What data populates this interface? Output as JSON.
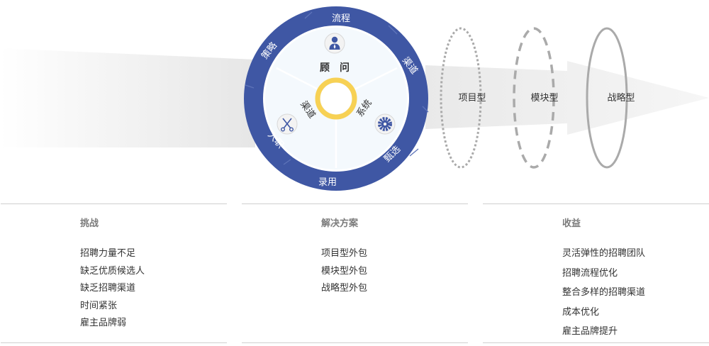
{
  "wheel": {
    "center_title": "顾　问",
    "center_left": "渠道",
    "center_right": "系统",
    "ring_labels": [
      "流程",
      "渠道",
      "甄选",
      "录用",
      "入职",
      "策略"
    ],
    "icons": [
      "person-icon",
      "gear-icon",
      "scissors-icon"
    ],
    "colors": {
      "ring": "#3f57a4",
      "inner": "#f4f9fd",
      "hub": "#f7d154",
      "arrow": "#e8e8e8"
    }
  },
  "stages": [
    "项目型",
    "模块型",
    "战略型"
  ],
  "columns": [
    {
      "title": "挑战",
      "items": [
        "招聘力量不足",
        "缺乏优质候选人",
        "缺乏招聘渠道",
        "时间紧张",
        "雇主品牌弱"
      ]
    },
    {
      "title": "解决方案",
      "items": [
        "项目型外包",
        "模块型外包",
        "战略型外包"
      ]
    },
    {
      "title": "收益",
      "items": [
        "灵活弹性的招聘团队",
        "招聘流程优化",
        "整合多样的招聘渠道",
        "成本优化",
        "雇主品牌提升"
      ]
    }
  ]
}
